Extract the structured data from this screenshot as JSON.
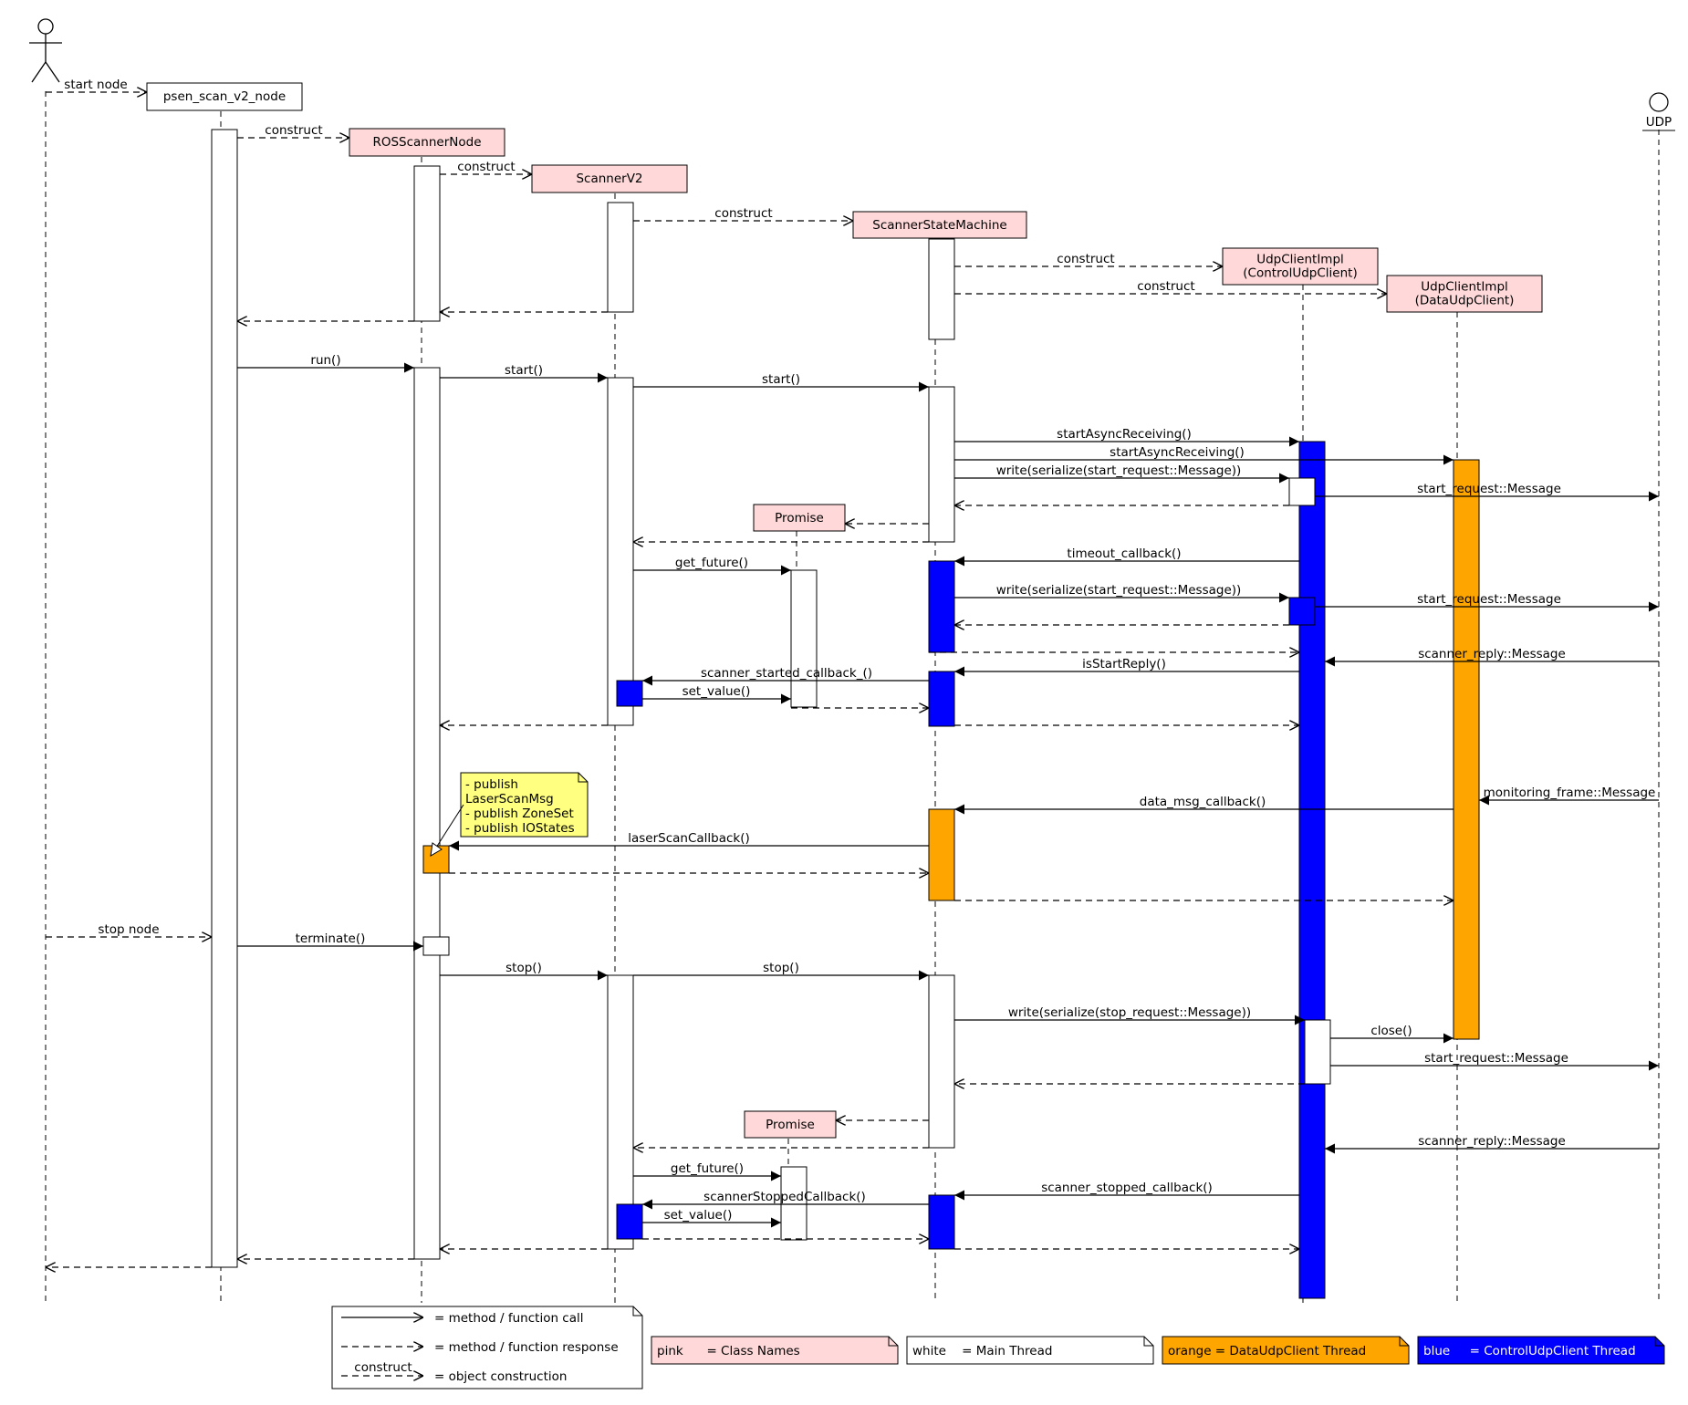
{
  "colors": {
    "pink": "#ffd9d9",
    "white": "#ffffff",
    "orange": "#ffa500",
    "blue": "#0000ff",
    "note_yellow": "#ffff80"
  },
  "actors": {
    "user": {
      "label": ""
    },
    "udp": {
      "label": "UDP"
    }
  },
  "participants": {
    "node": {
      "label": [
        "psen_scan_v2_node"
      ]
    },
    "ros": {
      "label": [
        "ROSScannerNode"
      ]
    },
    "scanner": {
      "label": [
        "ScannerV2"
      ]
    },
    "ssm": {
      "label": [
        "ScannerStateMachine"
      ]
    },
    "ctrl": {
      "label": [
        "UdpClientImpl",
        "(ControlUdpClient)"
      ]
    },
    "data": {
      "label": [
        "UdpClientImpl",
        "(DataUdpClient)"
      ]
    },
    "promise1": {
      "label": [
        "Promise"
      ]
    },
    "promise2": {
      "label": [
        "Promise"
      ]
    }
  },
  "messages": [
    "start node",
    "construct",
    "construct",
    "construct",
    "construct",
    "construct",
    "run()",
    "start()",
    "start()",
    "startAsyncReceiving()",
    "startAsyncReceiving()",
    "write(serialize(start_request::Message))",
    "start_request::Message",
    "timeout_callback()",
    "get_future()",
    "write(serialize(start_request::Message))",
    "start_request::Message",
    "isStartReply()",
    "scanner_reply::Message",
    "scanner_started_callback_()",
    "set_value()",
    "data_msg_callback()",
    "monitoring_frame::Message",
    "laserScanCallback()",
    "stop node",
    "terminate()",
    "stop()",
    "stop()",
    "write(serialize(stop_request::Message))",
    "close()",
    "start_request::Message",
    "scanner_reply::Message",
    "get_future()",
    "scanner_stopped_callback()",
    "scannerStoppedCallback()",
    "set_value()"
  ],
  "note": {
    "lines": [
      "- publish",
      "LaserScanMsg",
      "- publish ZoneSet",
      "- publish IOStates"
    ]
  },
  "legend": {
    "call": "= method / function call",
    "response": "= method / function response",
    "construct_label": "construct",
    "construction": "= object construction",
    "pink": "pink      = Class Names",
    "white": "white    = Main Thread",
    "orange": "orange = DataUdpClient Thread",
    "blue": "blue     = ControlUdpClient Thread"
  }
}
